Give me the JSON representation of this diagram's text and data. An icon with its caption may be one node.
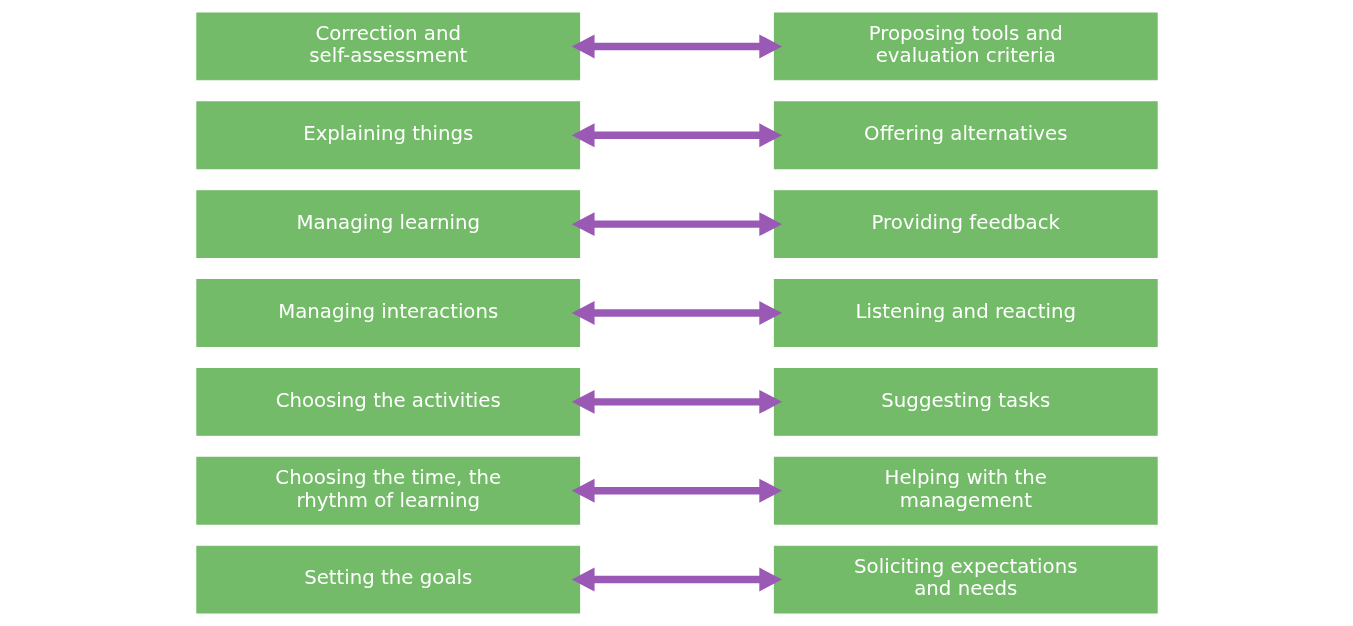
{
  "diagram": {
    "nodes": [
      {
        "text": [
          "Setting the goals"
        ]
      },
      {
        "text": [
          "Soliciting expectations and needs"
        ]
      },
      {
        "text": [
          "Choosing the time, the rhythm of learning"
        ]
      },
      {
        "text": [
          "Helping with the management"
        ]
      },
      {
        "text": [
          "Choosing the activities"
        ]
      },
      {
        "text": [
          "Suggesting tasks"
        ]
      },
      {
        "text": [
          "Managing interactions"
        ]
      },
      {
        "text": [
          "Listening and reacting"
        ]
      },
      {
        "text": [
          "Managing learning"
        ]
      },
      {
        "text": [
          "Providing feedback"
        ]
      },
      {
        "text": [
          "Explaining things"
        ]
      },
      {
        "text": [
          "Offering alternatives"
        ]
      },
      {
        "text": [
          "Correction and self-assessment"
        ]
      },
      {
        "text": [
          "Proposing tools and evaluation criteria"
        ]
      }
    ],
    "edges": [
      {
        "from": 0,
        "to": 1,
        "arrow": "both"
      },
      {
        "from": 2,
        "to": 3,
        "arrow": "both"
      },
      {
        "from": 4,
        "to": 5,
        "arrow": "both"
      },
      {
        "from": 6,
        "to": 7,
        "arrow": "both"
      },
      {
        "from": 8,
        "to": 9,
        "arrow": "both"
      },
      {
        "from": 10,
        "to": 11,
        "arrow": "both"
      },
      {
        "from": 12,
        "to": 13,
        "arrow": "both"
      }
    ]
  }
}
